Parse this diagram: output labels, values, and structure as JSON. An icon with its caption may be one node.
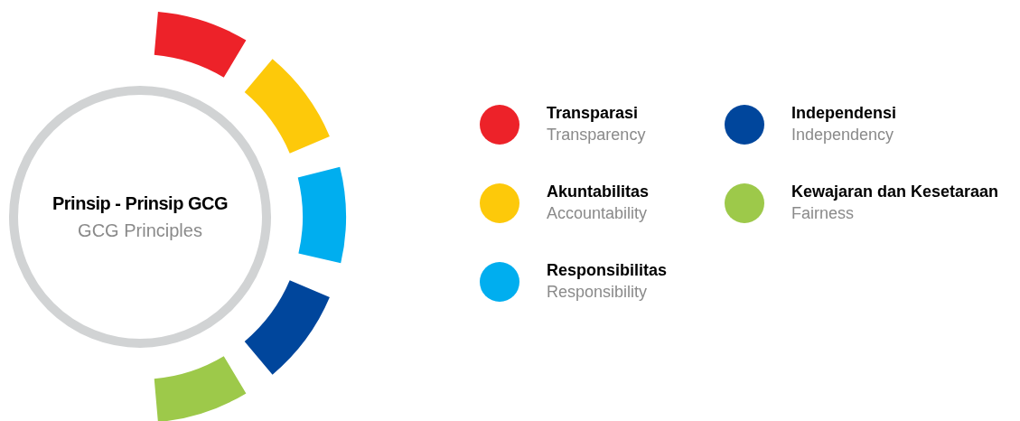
{
  "diagram": {
    "nodes": [
      {
        "text": [
          "Prinsip - Prinsip GCG",
          "GCG Principles"
        ]
      }
    ],
    "legend": [
      {
        "text": "Transparasi",
        "color": "#ed2229"
      },
      {
        "text": "Akuntabilitas",
        "color": "#fdc90a"
      },
      {
        "text": "Responsibilitas",
        "color": "#00aeef"
      },
      {
        "text": "Independensi",
        "color": "#00469c"
      },
      {
        "text": "Kewajaran dan Kesetaraan",
        "color": "#9dc94a"
      }
    ],
    "labels": [
      "Transparency",
      "Accountability",
      "Responsibility",
      "Independency",
      "Fairness"
    ]
  }
}
